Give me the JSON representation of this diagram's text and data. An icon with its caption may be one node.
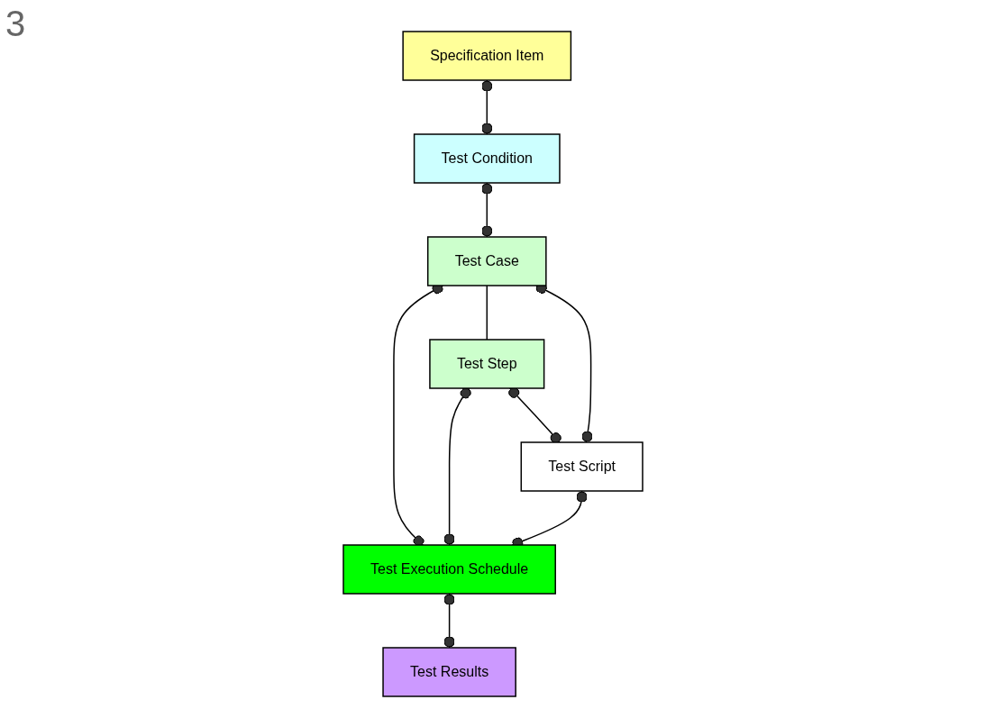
{
  "diagram": {
    "nodes": [
      {
        "text": [
          "Specification Item"
        ]
      },
      {
        "text": [
          "Test Condition"
        ]
      },
      {
        "text": [
          "Test Case"
        ]
      },
      {
        "text": [
          "Test Step"
        ]
      },
      {
        "text": [
          "Test Script"
        ]
      },
      {
        "text": [
          "Test Execution Schedule"
        ]
      },
      {
        "text": [
          "Test Results"
        ]
      }
    ],
    "edges": [
      {
        "from": 0,
        "to": 1,
        "arrow": "other"
      },
      {
        "from": 1,
        "to": 2,
        "arrow": "other"
      },
      {
        "from": 2,
        "to": 3,
        "arrow": "none"
      },
      {
        "from": 3,
        "to": 4,
        "arrow": "other"
      },
      {
        "from": 2,
        "to": 4,
        "arrow": "other"
      },
      {
        "from": 2,
        "to": 5,
        "arrow": "other"
      },
      {
        "from": 3,
        "to": 5,
        "arrow": "other"
      },
      {
        "from": 4,
        "to": 5,
        "arrow": "other"
      },
      {
        "from": 5,
        "to": 6,
        "arrow": "other"
      }
    ],
    "labels": [
      "3"
    ]
  }
}
